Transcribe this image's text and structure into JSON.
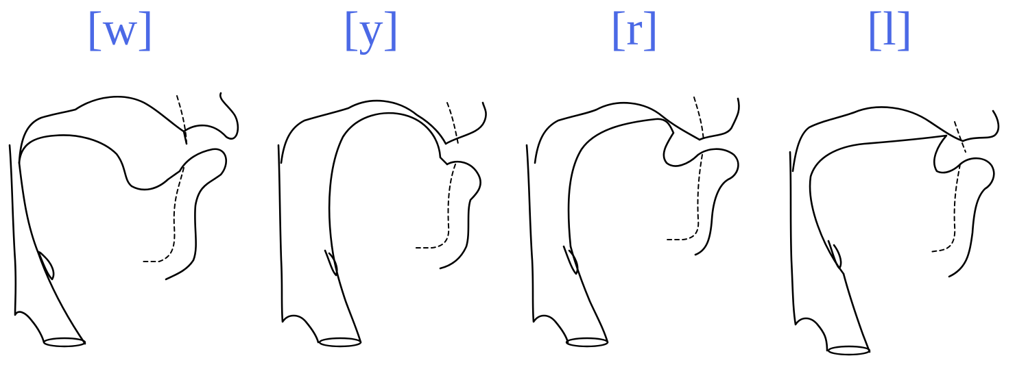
{
  "label_color": "#4b69e6",
  "panels": [
    {
      "label": "[w]"
    },
    {
      "label": "[y]"
    },
    {
      "label": "[r]"
    },
    {
      "label": "[l]"
    }
  ]
}
